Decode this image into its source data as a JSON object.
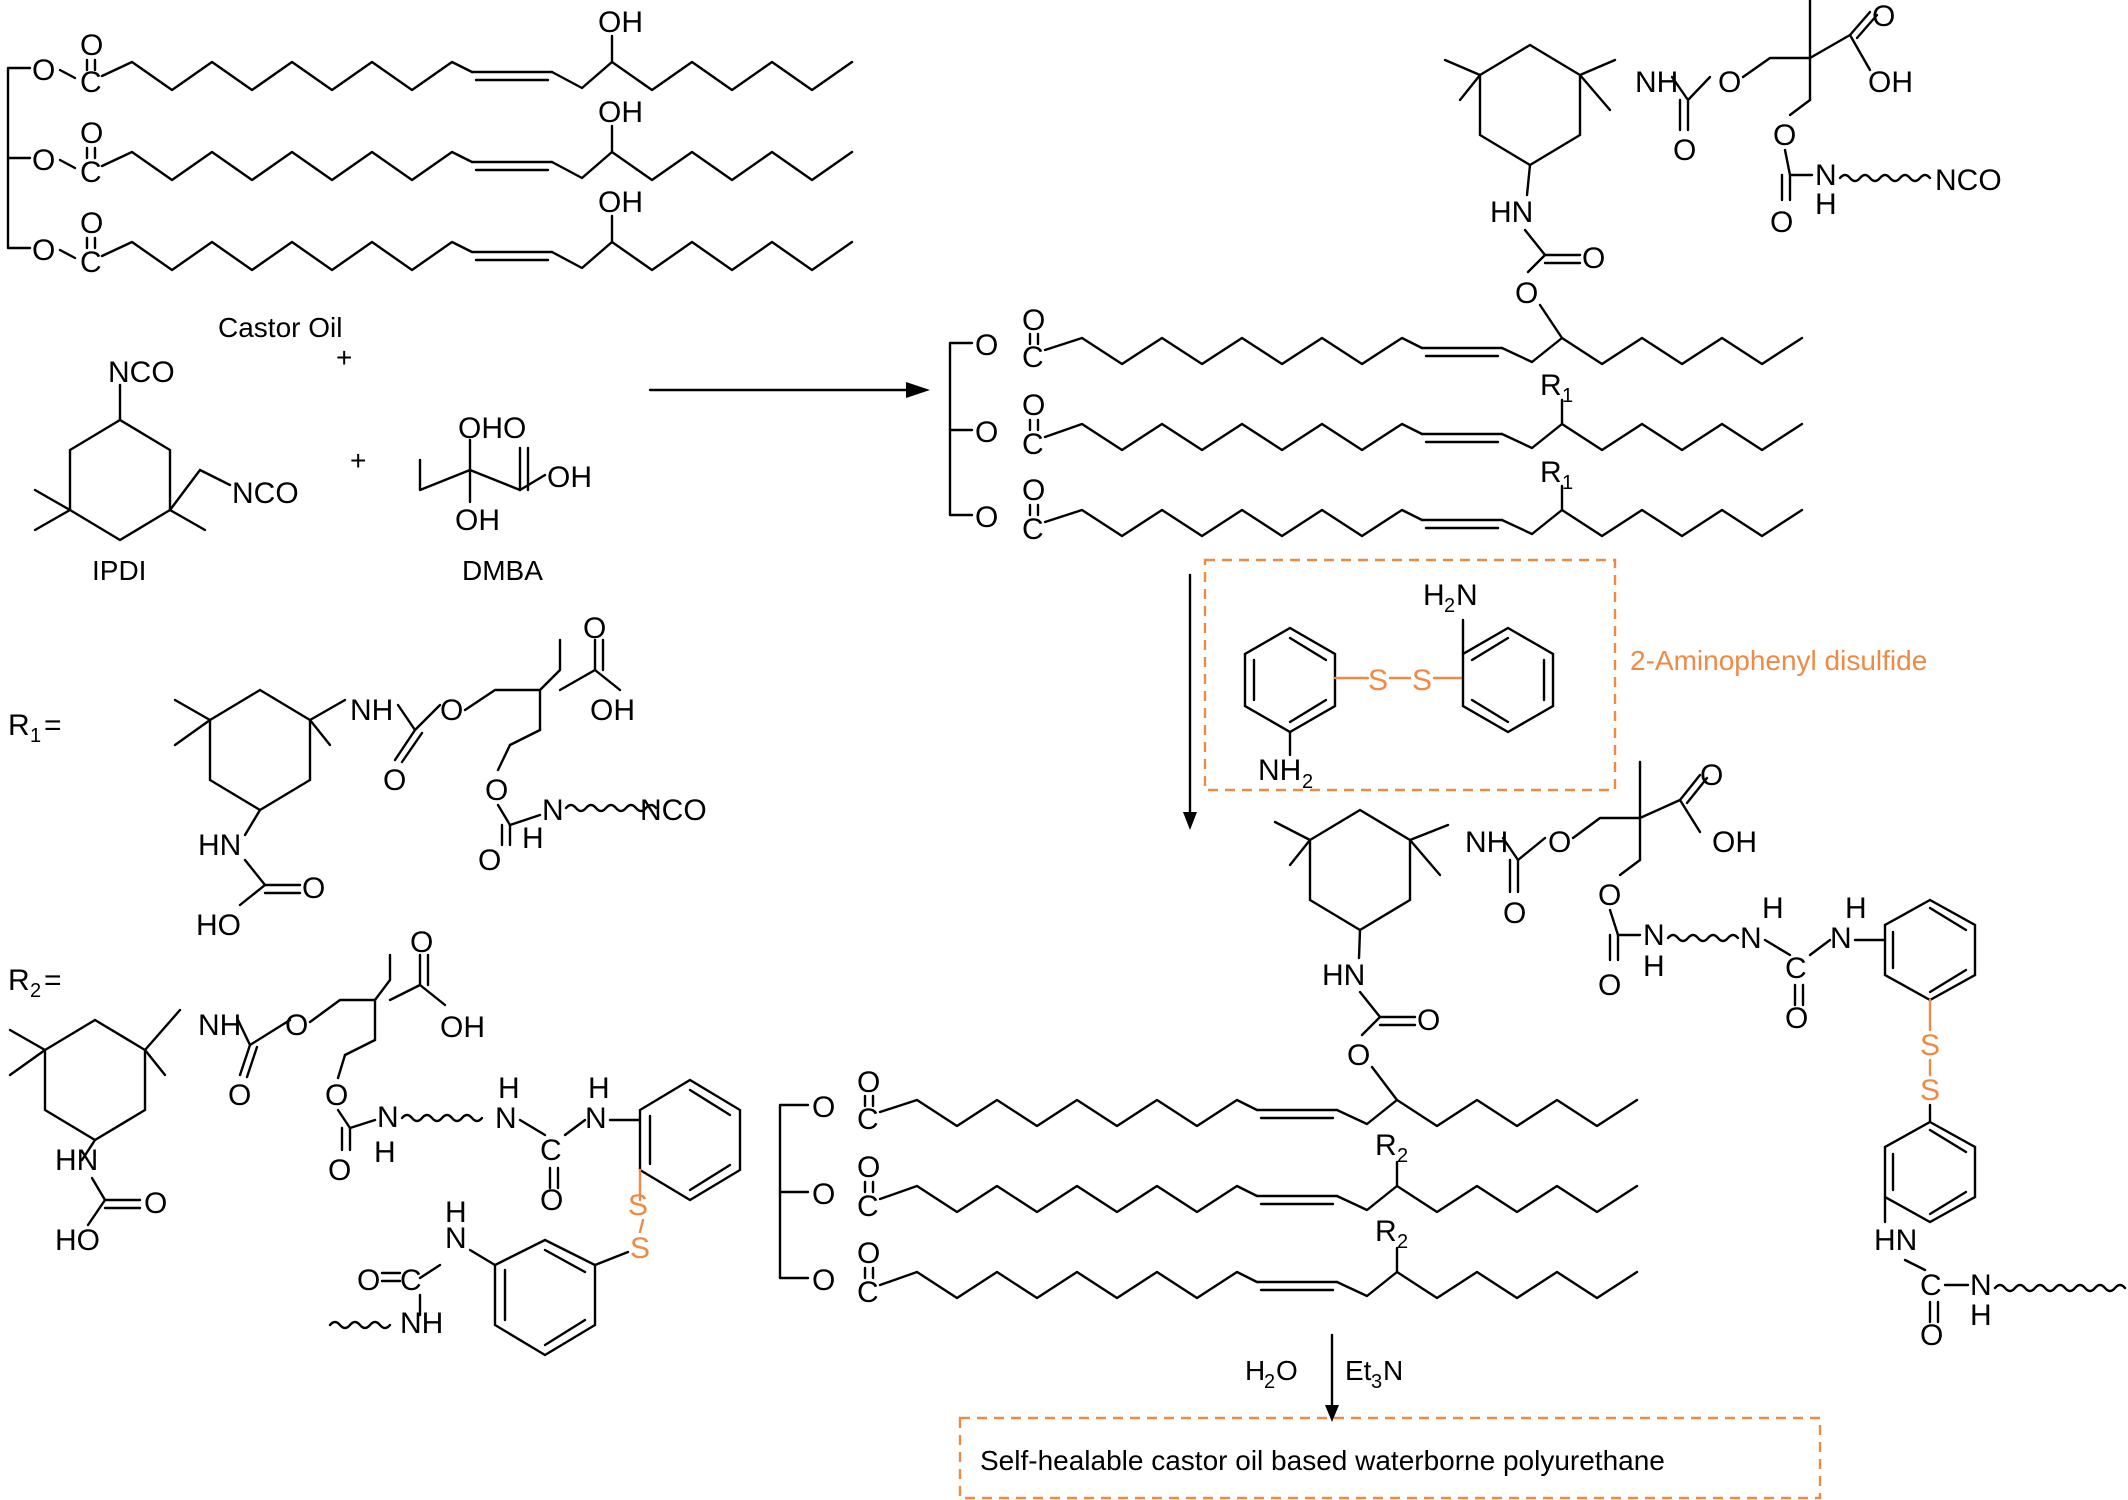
{
  "labels": {
    "castor_oil": "Castor Oil",
    "plus1": "+",
    "plus2": "+",
    "ipdi": "IPDI",
    "dmba": "DMBA",
    "r1_def": "R",
    "r1_sub": "1",
    "r1_eq": "=",
    "r2_def": "R",
    "r2_sub": "2",
    "r2_eq": "=",
    "aminophenyl_disulfide": "2-Aminophenyl disulfide",
    "h2o_main": "H",
    "h2o_sub": "2",
    "h2o_tail": "O",
    "et3n_main": "Et",
    "et3n_sub": "3",
    "et3n_tail": "N",
    "product": "Self-healable castor oil based waterborne polyurethane"
  },
  "atoms": {
    "o": "O",
    "c": "C",
    "oh": "OH",
    "nco": "NCO",
    "nh": "NH",
    "hn": "HN",
    "n": "N",
    "h": "H",
    "s": "S",
    "ho": "HO",
    "ohho": "OHO",
    "r": "R",
    "sub1": "1",
    "sub2": "2",
    "h2n_h": "H",
    "h2n_sub": "2",
    "h2n_n": "N",
    "nh2_nh": "NH",
    "nh2_sub": "2"
  },
  "colors": {
    "highlight": "#ef8a45",
    "ink": "#000000"
  }
}
